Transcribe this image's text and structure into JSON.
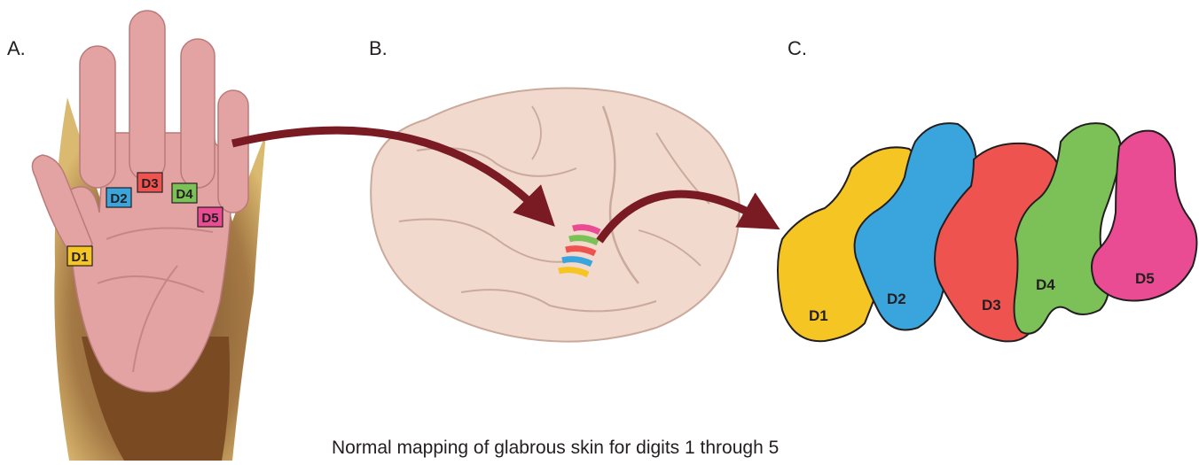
{
  "panels": {
    "a": "A.",
    "b": "B.",
    "c": "C."
  },
  "digits": [
    {
      "label": "D1",
      "color": "#f5c523"
    },
    {
      "label": "D2",
      "color": "#3aa4dd"
    },
    {
      "label": "D3",
      "color": "#ef5350"
    },
    {
      "label": "D4",
      "color": "#7cc157"
    },
    {
      "label": "D5",
      "color": "#ea4c94"
    }
  ],
  "colors": {
    "arrow": "#7a1a22",
    "skin": "#e3a3a3",
    "fur": "#8a5a25",
    "brain": "#f2d9cd",
    "outline": "#231f20"
  },
  "caption": "Normal mapping of glabrous skin for digits 1 through 5"
}
